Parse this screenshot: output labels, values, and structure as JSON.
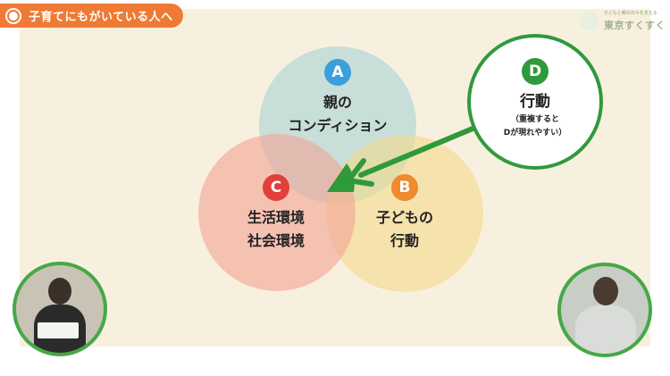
{
  "header": {
    "title": "子育てにもがいている人へ"
  },
  "logo": {
    "tagline": "子どもと親の日々を支える",
    "name": "東京すくすく"
  },
  "diagram": {
    "circle_a": {
      "letter": "A",
      "line1": "親の",
      "line2": "コンディション"
    },
    "circle_b": {
      "letter": "B",
      "line1": "子どもの",
      "line2": "行動"
    },
    "circle_c": {
      "letter": "C",
      "line1": "生活環境",
      "line2": "社会環境"
    },
    "circle_d": {
      "letter": "D",
      "title": "行動",
      "note1": "（重複すると",
      "note2": "Dが現れやすい）"
    }
  },
  "colors": {
    "accent_orange": "#ee7a35",
    "circle_a_fill": "#a9d2d6",
    "circle_b_fill": "#f3d98b",
    "circle_c_fill": "#f3a494",
    "badge_a": "#3aa0db",
    "badge_b": "#ef8a2e",
    "badge_c": "#e2403a",
    "green": "#2f9a3c"
  },
  "participants": {
    "left": "presenter-video",
    "right": "guest-video"
  }
}
